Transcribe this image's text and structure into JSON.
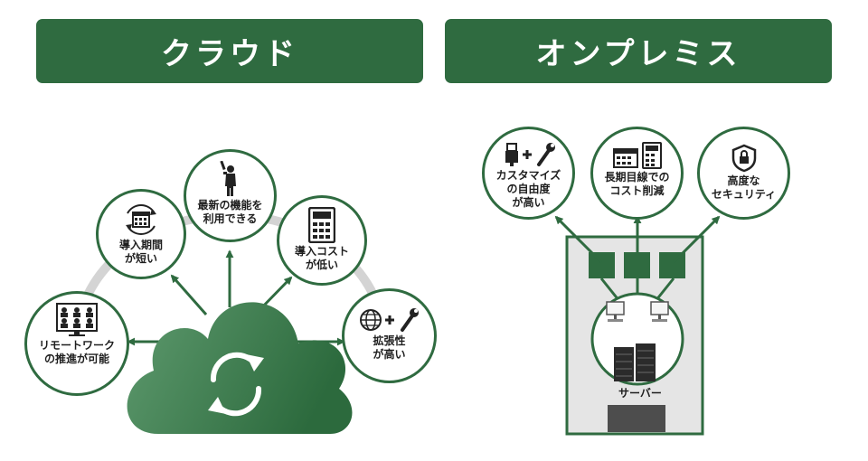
{
  "colors": {
    "primary": "#2f6b40",
    "arc": "#d4d4d4",
    "cloud_light": "#5e9a6e",
    "cloud_dark": "#2c6a3d",
    "building_bg": "#e5e5e5",
    "server": "#2b2b2b",
    "door": "#4d4d4d"
  },
  "cloud_section": {
    "title": "クラウド",
    "center_icon": "refresh-cycle-icon",
    "nodes": [
      {
        "label": "リモートワーク\nの推進が可能",
        "icon": "video-conference-icon"
      },
      {
        "label": "導入期間\nが短い",
        "icon": "calendar-cycle-icon"
      },
      {
        "label": "最新の機能を\n利用できる",
        "icon": "person-pointing-icon"
      },
      {
        "label": "導入コスト\nが低い",
        "icon": "calculator-icon"
      },
      {
        "label": "拡張性\nが高い",
        "icon": "globe-plus-wrench-icon"
      }
    ]
  },
  "onprem_section": {
    "title": "オンプレミス",
    "nodes": [
      {
        "label": "カスタマイズ\nの自由度\nが高い",
        "icon": "usb-plus-wrench-icon"
      },
      {
        "label": "長期目線での\nコスト削減",
        "icon": "calendar-calculator-icon"
      },
      {
        "label": "高度な\nセキュリティ",
        "icon": "shield-lock-icon"
      }
    ],
    "server_label": "サーバー",
    "building_icon": "building-icon"
  }
}
